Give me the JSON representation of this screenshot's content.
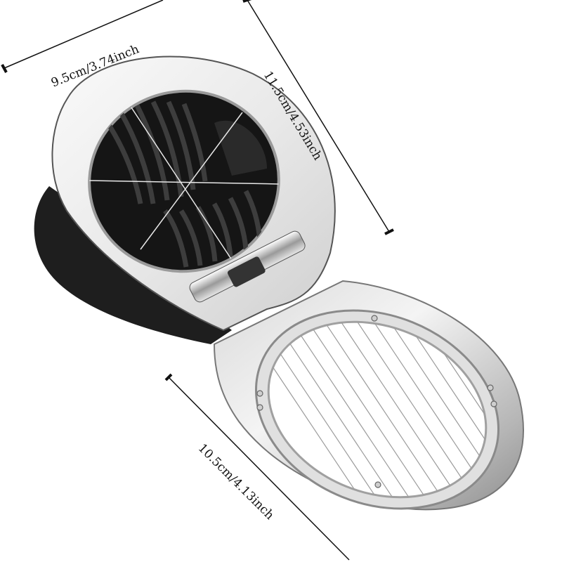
{
  "product": {
    "name": "Egg slicer",
    "colors": {
      "background": "#ffffff",
      "metal_light": "#f2f2f2",
      "metal_mid": "#c8c8c8",
      "metal_dark": "#7a7a7a",
      "base_black": "#1e1e1e",
      "dimension_line": "#111111"
    }
  },
  "dimensions": {
    "width_label": "9.5cm/3.74inch",
    "length_label": "11.5cm/4.53inch",
    "wire_frame_label": "10.5cm/4.13inch"
  },
  "parts": {
    "top_lid": "Stainless lid with 6-wedge cutting wires over black plastic ribbed base",
    "hinge": "Chrome hinge with black spring",
    "bottom_frame": "Stainless slicing frame with parallel wires and 6 rivets"
  }
}
